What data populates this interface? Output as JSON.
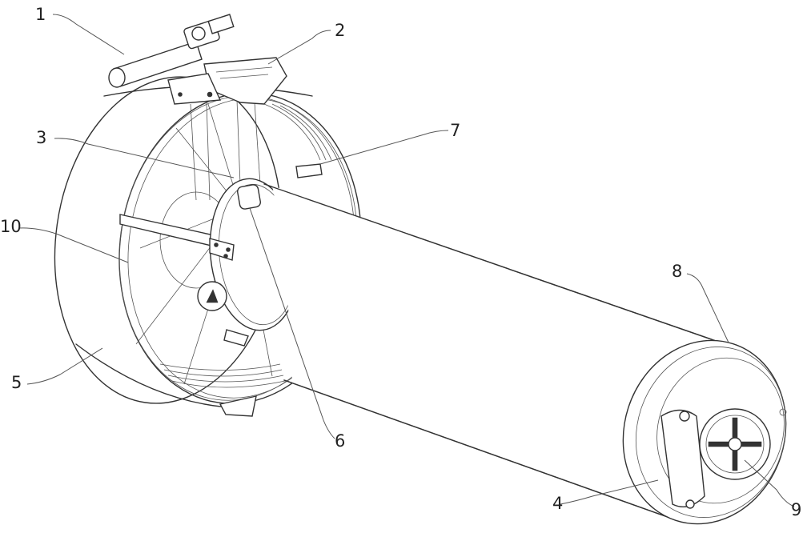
{
  "labels": {
    "l1": "1",
    "l2": "2",
    "l3": "3",
    "l4": "4",
    "l5": "5",
    "l6": "6",
    "l7": "7",
    "l8": "8",
    "l9": "9",
    "l10": "10"
  },
  "icons": {
    "device": "underwater-scooter-drawing"
  }
}
